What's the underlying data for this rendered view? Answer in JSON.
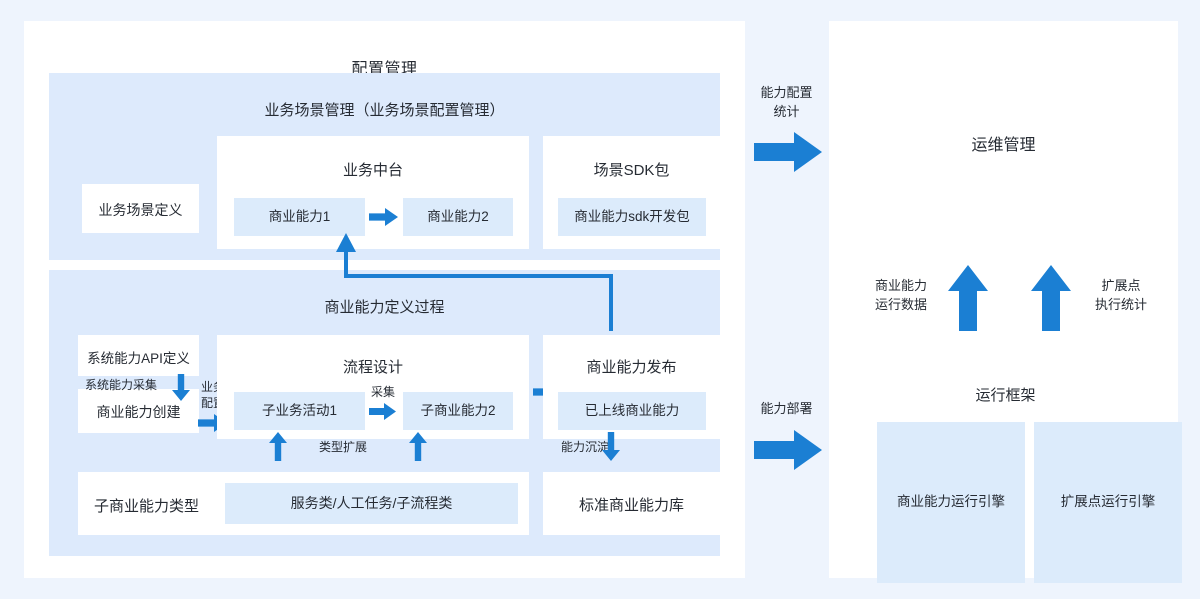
{
  "palette": {
    "page_bg": "#eef4fd",
    "card_bg": "#ffffff",
    "panel_bg": "#ddeafc",
    "chip_bg": "#dcebfb",
    "arrow_blue": "#1b7fd3",
    "connector_blue": "#1b7fd3",
    "text": "#262b33"
  },
  "left_card": {
    "title": "配置管理",
    "scene_panel": {
      "title": "业务场景管理（业务场景配置管理）",
      "scene_definition_box": "业务场景定义",
      "business_center": {
        "title": "业务中台",
        "chips": [
          "商业能力1",
          "商业能力2"
        ],
        "arrow_between": "arrow-right-icon"
      },
      "scene_sdk": {
        "title": "场景SDK包",
        "chips": [
          "商业能力sdk开发包"
        ]
      }
    },
    "capability_panel": {
      "title": "商业能力定义过程",
      "api_definition_box": "系统能力API定义",
      "capability_create_box": "商业能力创建",
      "label_system_collect": "系统能力采集",
      "label_business_config": "业务\n配置",
      "process_design": {
        "title": "流程设计",
        "chips": [
          "子业务活动1",
          "子商业能力2"
        ],
        "arrow_label": "采集"
      },
      "capability_publish": {
        "title": "商业能力发布",
        "chips": [
          "已上线商业能力"
        ]
      }
    },
    "library_panel": {
      "sub_type_box": {
        "title": "子商业能力类型",
        "chip": "服务类/人工任务/子流程类"
      },
      "standard_library_box": "标准商业能力库"
    },
    "flow_labels": {
      "type_extend": "类型扩展",
      "capability_settle": "能力沉淀"
    }
  },
  "bridge_labels": {
    "capability_config_stat": "能力配置\n统计",
    "capability_deploy": "能力部署",
    "capability_runtime_data": "商业能力\n运行数据",
    "extension_exec_stat": "扩展点\n执行统计"
  },
  "right_card": {
    "ops_title": "运维管理",
    "runtime_frame": {
      "title": "运行框架",
      "chips": [
        "商业能力运行引擎",
        "扩展点运行引擎"
      ]
    }
  }
}
